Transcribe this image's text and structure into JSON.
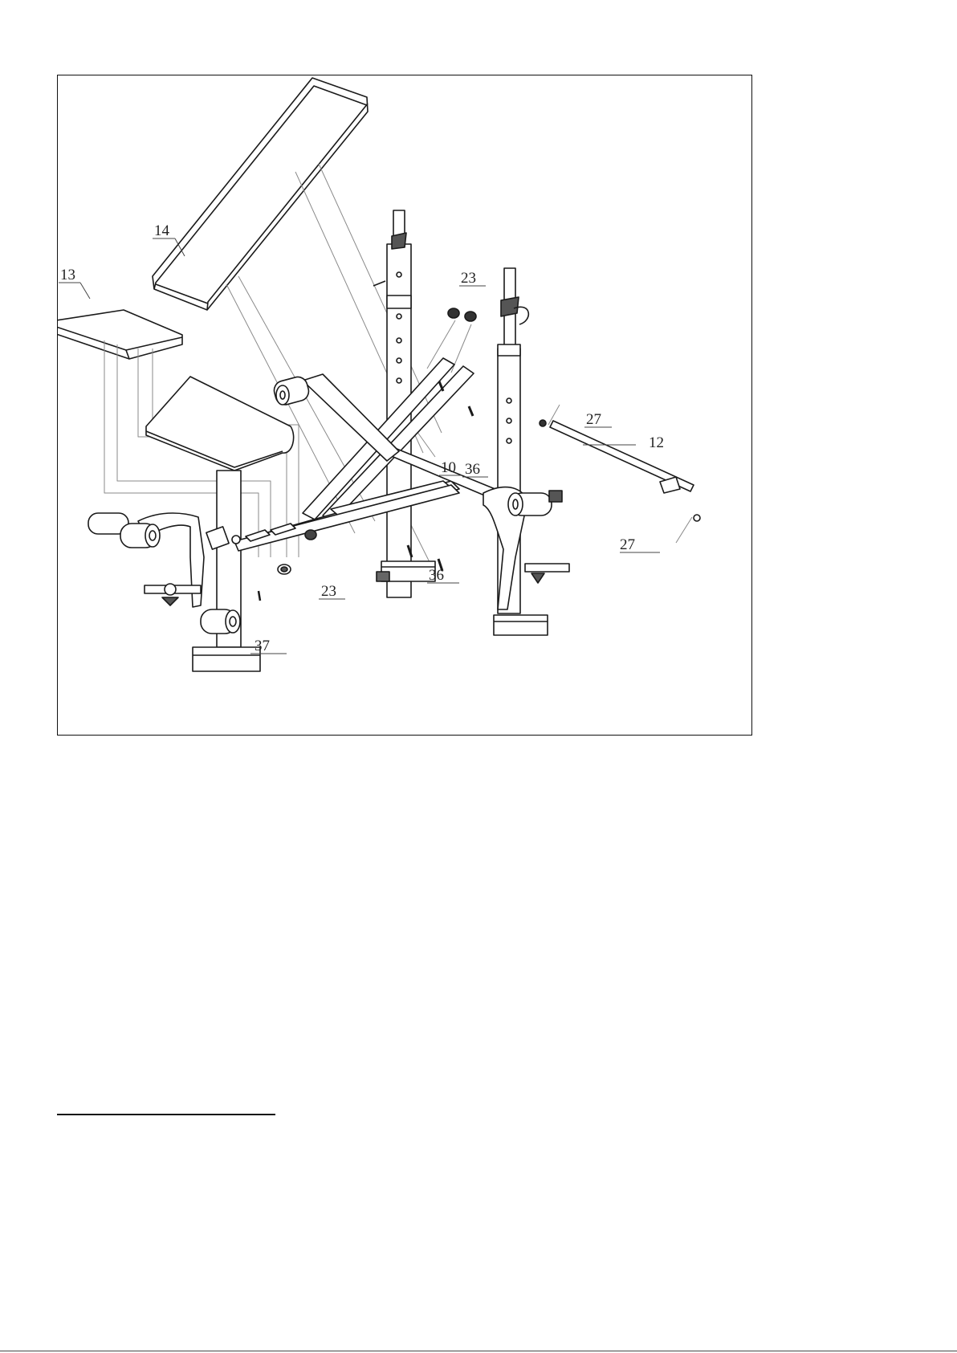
{
  "figure": {
    "labels": {
      "seat_pad": "13",
      "back_pad": "14",
      "part_10": "10",
      "part_12": "12",
      "knob_upper": "23",
      "knob_lower": "23",
      "cap_upper": "27",
      "cap_lower": "27",
      "bolt_upper": "36",
      "bolt_lower": "36",
      "bolt_37": "37"
    },
    "colors": {
      "line": "#1a1a1a",
      "shade": "#5a5a5a",
      "leader": "#888888",
      "fill": "#ffffff"
    }
  }
}
